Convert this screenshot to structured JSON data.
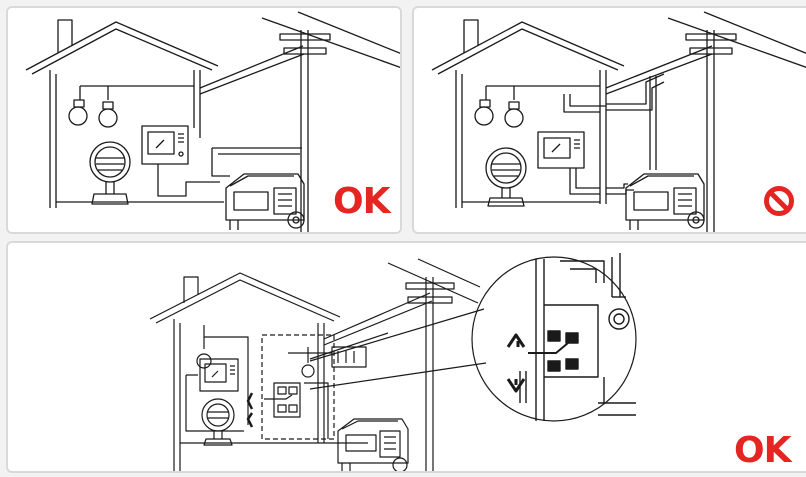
{
  "panels": {
    "p1": {
      "verdict": "OK"
    },
    "p2": {
      "verdict": "prohibited",
      "icon": "prohibited-icon"
    },
    "p3": {
      "verdict": "OK"
    }
  },
  "colors": {
    "accent": "#e52521",
    "line": "#1a1a1a"
  }
}
